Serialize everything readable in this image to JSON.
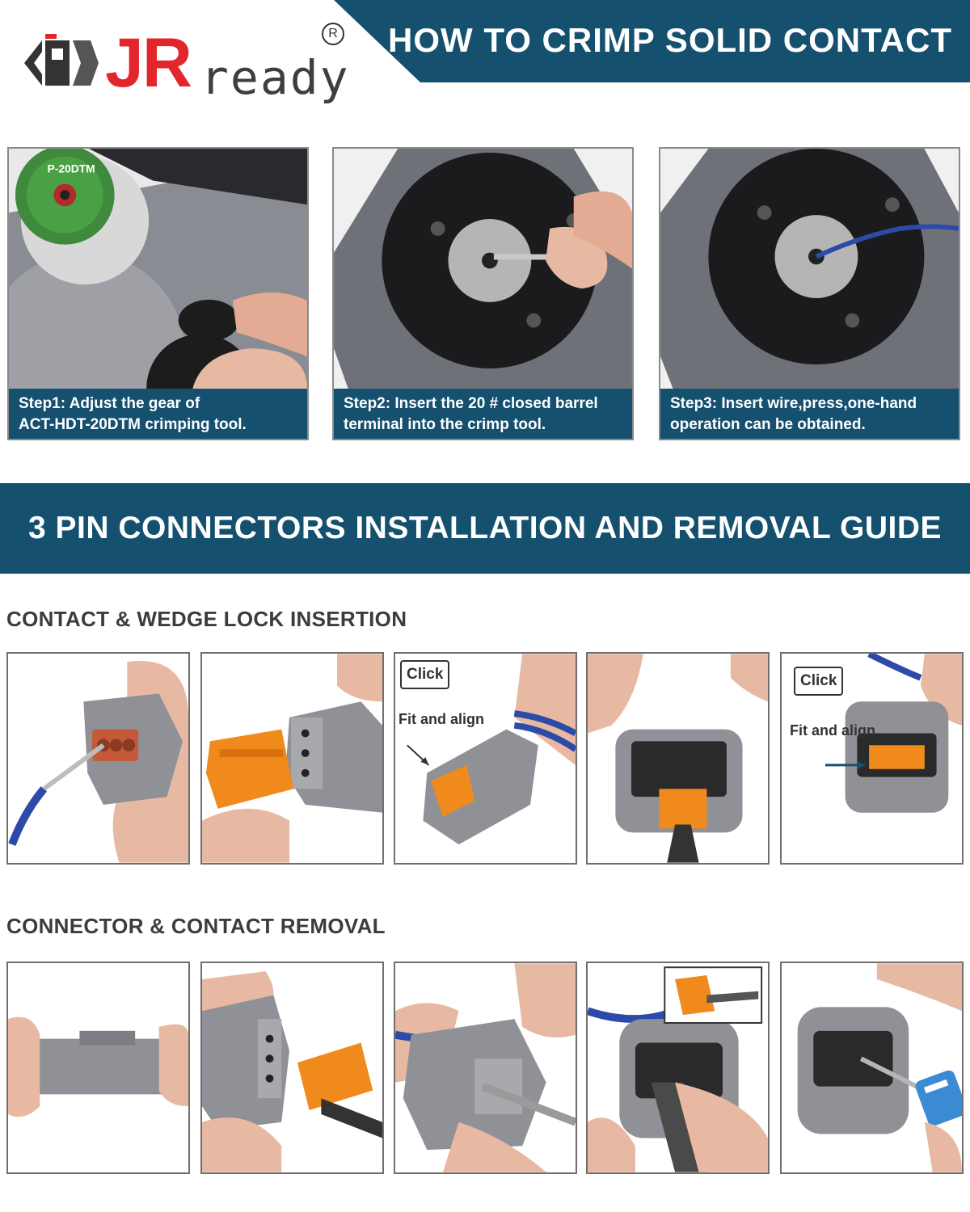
{
  "brand": {
    "logo_main": "JR",
    "logo_sub": "ready",
    "registered": "R",
    "accent": "#e3262c"
  },
  "header": {
    "title": "HOW TO CRIMP SOLID CONTACT",
    "banner_color": "#15506f"
  },
  "steps": [
    {
      "caption_line1": "Step1: Adjust the gear of",
      "caption_line2": "ACT-HDT-20DTM crimping tool.",
      "tool_text": "P-20DTM"
    },
    {
      "caption_line1": "Step2: Insert the 20 # closed barrel",
      "caption_line2": "terminal into the crimp tool."
    },
    {
      "caption_line1": "Step3: Insert wire,press,one-hand",
      "caption_line2": "operation can be obtained."
    }
  ],
  "guide": {
    "title": "3 PIN CONNECTORS INSTALLATION AND REMOVAL GUIDE"
  },
  "insertion": {
    "title": "CONTACT & WEDGE LOCK INSERTION",
    "click_label": "Click",
    "fit_label": "Fit and align"
  },
  "removal": {
    "title": "CONNECTOR & CONTACT REMOVAL"
  },
  "colors": {
    "connector_gray": "#9a9a9a",
    "wedge_orange": "#f08a1c",
    "wire_blue": "#2c4aa8",
    "skin": "#e8b9a2"
  }
}
